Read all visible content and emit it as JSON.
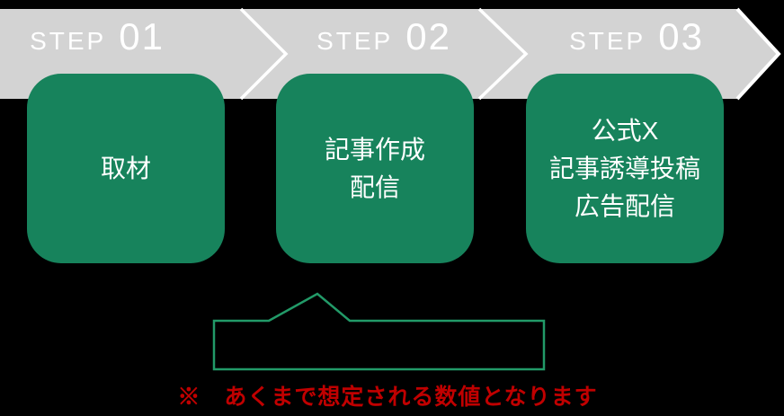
{
  "canvas": {
    "background": "#000000"
  },
  "banner": {
    "fill": "#d3d3d3",
    "outline_color": "#ffffff",
    "text_color": "#ffffff",
    "steps": [
      {
        "prefix": "STEP",
        "number": "01"
      },
      {
        "prefix": "STEP",
        "number": "02"
      },
      {
        "prefix": "STEP",
        "number": "03"
      }
    ]
  },
  "cards": {
    "fill": "#17835c",
    "text_color": "#ffffff",
    "items": [
      {
        "lines": [
          "取材"
        ]
      },
      {
        "lines": [
          "記事作成",
          "配信"
        ]
      },
      {
        "lines": [
          "公式X",
          "記事誘導投稿",
          "広告配信"
        ]
      }
    ]
  },
  "callout": {
    "border_color": "#229a68"
  },
  "note": {
    "text": "※　あくまで想定される数値となります",
    "color": "#c00000"
  }
}
